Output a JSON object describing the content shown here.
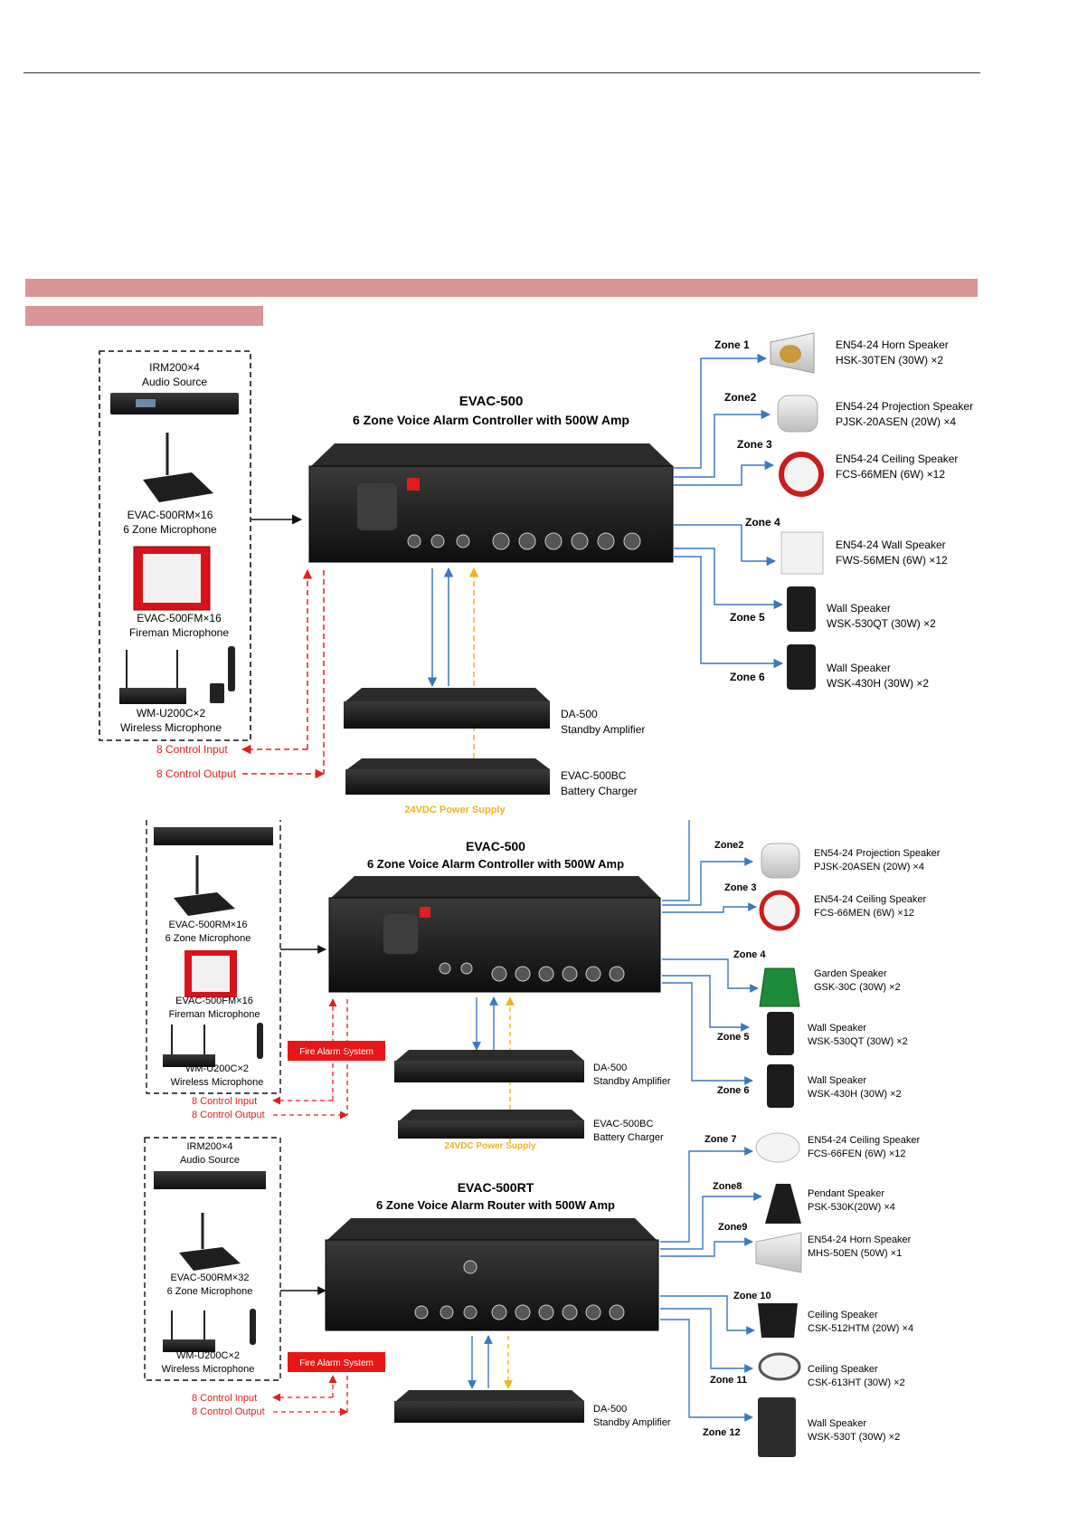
{
  "colors": {
    "accent_bar": "#d99694",
    "blue_line": "#3a78c2",
    "red_line": "#e0201c",
    "yellow_line": "#f2b21c",
    "fire_box": "#e81616"
  },
  "diagram1": {
    "title": "EVAC-500",
    "subtitle": "6 Zone Voice Alarm Controller with 500W Amp",
    "sources": [
      {
        "lines": [
          "IRM200×4",
          "Audio Source"
        ]
      },
      {
        "lines": [
          "EVAC-500RM×16",
          "6 Zone Microphone"
        ]
      },
      {
        "lines": [
          "EVAC-500FM×16",
          "Fireman Microphone"
        ]
      },
      {
        "lines": [
          "WM-U200C×2",
          "Wireless  Microphone"
        ]
      }
    ],
    "zones": [
      {
        "zone": "Zone 1",
        "lines": [
          "EN54-24 Horn Speaker",
          "HSK-30TEN (30W) ×2"
        ]
      },
      {
        "zone": "Zone2",
        "lines": [
          "EN54-24 Projection Speaker",
          "PJSK-20ASEN (20W) ×4"
        ]
      },
      {
        "zone": "Zone 3",
        "lines": [
          "EN54-24 Ceiling Speaker",
          "FCS-66MEN (6W) ×12"
        ]
      },
      {
        "zone": "Zone 4",
        "lines": [
          "EN54-24  Wall Speaker",
          "FWS-56MEN (6W) ×12"
        ]
      },
      {
        "zone": "Zone 5",
        "lines": [
          "Wall Speaker",
          "WSK-530QT (30W) ×2"
        ]
      },
      {
        "zone": "Zone 6",
        "lines": [
          "Wall Speaker",
          "WSK-430H (30W) ×2"
        ]
      }
    ],
    "amp": {
      "lines": [
        "DA-500",
        "Standby Amplifier"
      ]
    },
    "charger": {
      "lines": [
        "EVAC-500BC",
        "Battery Charger"
      ]
    },
    "control_input": "8 Control Input",
    "control_output": "8 Control Output",
    "power": "24VDC Power Supply"
  },
  "diagram2": {
    "title": "EVAC-500",
    "subtitle": "6 Zone Voice Alarm Controller with 500W Amp",
    "sources": [
      {
        "lines": [
          "EVAC-500RM×16",
          "6 Zone Microphone"
        ]
      },
      {
        "lines": [
          "EVAC-500FM×16",
          "Fireman Microphone"
        ]
      },
      {
        "lines": [
          "WM-U200C×2",
          "Wireless Microphone"
        ]
      }
    ],
    "zones": [
      {
        "zone": "Zone2",
        "lines": [
          "EN54-24 Projection Speaker",
          "PJSK-20ASEN (20W) ×4"
        ]
      },
      {
        "zone": "Zone 3",
        "lines": [
          "EN54-24 Ceiling Speaker",
          "FCS-66MEN (6W) ×12"
        ]
      },
      {
        "zone": "Zone 4",
        "lines": [
          "Garden Speaker",
          "GSK-30C (30W) ×2"
        ]
      },
      {
        "zone": "Zone 5",
        "lines": [
          "Wall Speaker",
          "WSK-530QT (30W) ×2"
        ]
      },
      {
        "zone": "Zone 6",
        "lines": [
          "Wall Speaker",
          "WSK-430H (30W) ×2"
        ]
      }
    ],
    "fire": "Fire Alarm System",
    "amp": {
      "lines": [
        "DA-500",
        "Standby Amplifier"
      ]
    },
    "charger": {
      "lines": [
        "EVAC-500BC",
        "Battery Charger"
      ]
    },
    "control_input": "8 Control Input",
    "control_output": "8 Control Output",
    "power": "24VDC Power Supply"
  },
  "diagram3": {
    "title": "EVAC-500RT",
    "subtitle": "6 Zone Voice Alarm Router with 500W Amp",
    "sources": [
      {
        "lines": [
          "IRM200×4",
          "Audio Source"
        ]
      },
      {
        "lines": [
          "EVAC-500RM×32",
          "6 Zone Microphone"
        ]
      },
      {
        "lines": [
          "WM-U200C×2",
          "Wireless Microphone"
        ]
      }
    ],
    "zones": [
      {
        "zone": "Zone 7",
        "lines": [
          "EN54-24 Ceiling Speaker",
          "FCS-66FEN (6W) ×12"
        ]
      },
      {
        "zone": "Zone8",
        "lines": [
          "Pendant Speaker",
          "PSK-530K(20W) ×4"
        ]
      },
      {
        "zone": "Zone9",
        "lines": [
          "EN54-24 Horn Speaker",
          "MHS-50EN (50W) ×1"
        ]
      },
      {
        "zone": "Zone 10",
        "lines": [
          "Ceiling Speaker",
          "CSK-512HTM (20W) ×4"
        ]
      },
      {
        "zone": "Zone 11",
        "lines": [
          "Ceiling Speaker",
          "CSK-613HT (30W) ×2"
        ]
      },
      {
        "zone": "Zone 12",
        "lines": [
          "Wall Speaker",
          "WSK-530T (30W) ×2"
        ]
      }
    ],
    "fire": "Fire Alarm System",
    "amp": {
      "lines": [
        "DA-500",
        "Standby Amplifier"
      ]
    },
    "control_input": "8 Control Input",
    "control_output": "8 Control Output"
  }
}
